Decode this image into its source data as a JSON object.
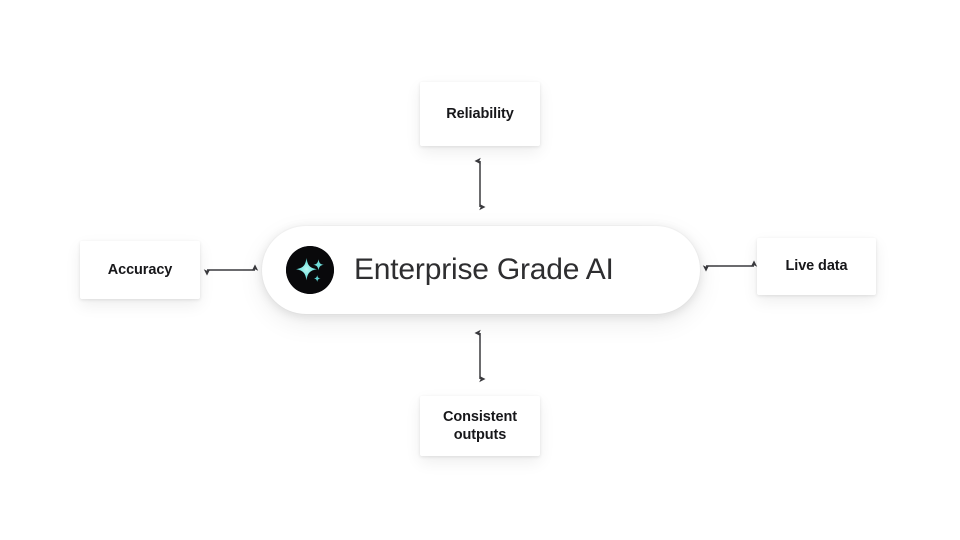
{
  "diagram": {
    "type": "hub-and-spoke",
    "background_color": "#ffffff",
    "hub": {
      "label": "Enterprise Grade AI",
      "icon_name": "sparkle-icon",
      "icon_background_color": "#09090b",
      "icon_accent_color": "#7ee8e3",
      "text_color": "#2e2e30"
    },
    "nodes": [
      {
        "id": "reliability",
        "label": "Reliability",
        "position": "top"
      },
      {
        "id": "accuracy",
        "label": "Accuracy",
        "position": "left"
      },
      {
        "id": "live-data",
        "label": "Live data",
        "position": "right"
      },
      {
        "id": "consistent-outputs",
        "label": "Consistent\noutputs",
        "position": "bottom"
      }
    ],
    "connectors": [
      {
        "id": "hub-reliability",
        "orientation": "vertical",
        "arrowheads": "both"
      },
      {
        "id": "hub-accuracy",
        "orientation": "horizontal",
        "arrowheads": "both"
      },
      {
        "id": "hub-live-data",
        "orientation": "horizontal",
        "arrowheads": "both"
      },
      {
        "id": "hub-consistent-outputs",
        "orientation": "vertical",
        "arrowheads": "both"
      }
    ],
    "connector_color": "#3a3a3e"
  }
}
